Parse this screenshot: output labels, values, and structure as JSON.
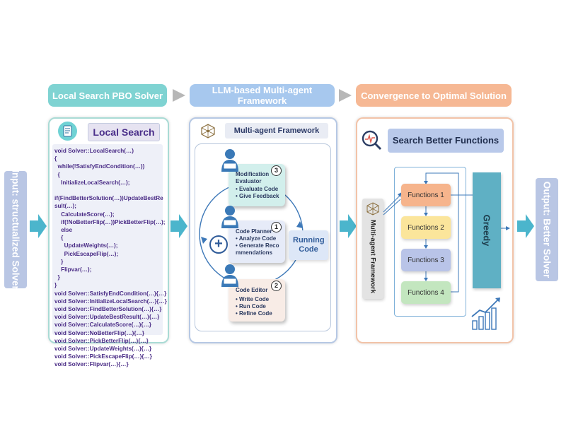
{
  "input_bar": "Input: structualized Solver",
  "output_bar": "Output: Better Solver",
  "headers": {
    "left": "Local Search PBO Solver",
    "middle": "LLM-based Multi-agent Framework",
    "right": "Convergence to Optimal Solution"
  },
  "left_panel": {
    "title": "Local Search",
    "code": "void Solver::LocalSearch(…)\n{\n  while(!SatisfyEndCondition(…))\n  {\n    InitializeLocalSearch(…);\n\nif(FindBetterSolution(…))UpdateBestRe\nsult(…);\n    CalculateScore(…);\n    if(!NoBetterFlip(…))PickBetterFlip(…);\n    else\n    {\n      UpdateWeights(…);\n      PickEscapeFlip(…);\n    }\n    Flipvar(…);\n  }\n}\nvoid Solver::SatisfyEndCondition(…){…}\nvoid Solver::InitializeLocalSearch(…){…}\nvoid Solver::FindBetterSolution(…){…}\nvoid Solver::UpdateBestResult(…){…}\nvoid Solver::CalculateScore(…){…}\nvoid Solver::NoBetterFlip(…){…}\nvoid Solver::PickBetterFlip(…){…}\nvoid Solver::UpdateWeights(…){…}\nvoid Solver::PickEscapeFlip(…){…}\nvoid Solver::Flipvar(…){…}"
  },
  "middle_panel": {
    "title": "Multi-agent Framework",
    "running_code": "Running Code",
    "agents": [
      {
        "num": "3",
        "name": "Modification Evaluator",
        "items": [
          "Evaluate Code",
          "Give Feedback"
        ]
      },
      {
        "num": "1",
        "name": "Code Planner",
        "items": [
          "Analyze Code",
          "Generate Reco mmendations"
        ]
      },
      {
        "num": "2",
        "name": "Code Editor",
        "items": [
          "Write Code",
          "Run Code",
          "Refine Code"
        ]
      }
    ]
  },
  "right_panel": {
    "title": "Search Better Functions",
    "side_label": "Multi-agent Framework",
    "greedy": "Greedy",
    "functions": [
      "Functions 1",
      "Functions 2",
      "Functions 3",
      "Functions 4"
    ],
    "function_colors": [
      "#f6b48c",
      "#fbe59b",
      "#b9c4e8",
      "#c3e6bf"
    ]
  },
  "colors": {
    "left_header": "#7fd3d2",
    "middle_header": "#a7c8ee",
    "right_header": "#f6b894",
    "arrow": "#4bb5cc",
    "greedy": "#5fb0c4"
  }
}
